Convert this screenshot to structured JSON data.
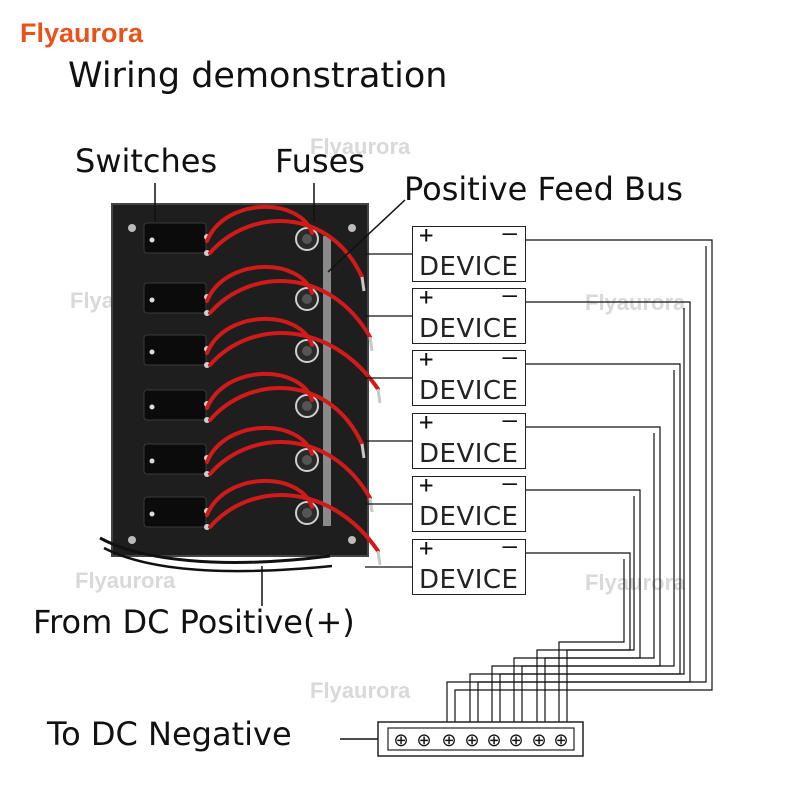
{
  "brand": "Flyaurora",
  "title": "Wiring demonstration",
  "labels": {
    "switches": "Switches",
    "fuses": "Fuses",
    "positive_feed_bus": "Positive  Feed  Bus",
    "from_dc_positive": "From DC  Positive(+)",
    "to_dc_negative": "To  DC  Negative"
  },
  "watermark": "Flyaurora",
  "devices": [
    {
      "name": "DEVICE",
      "plus": "+",
      "minus": "–"
    },
    {
      "name": "DEVICE",
      "plus": "+",
      "minus": "–"
    },
    {
      "name": "DEVICE",
      "plus": "+",
      "minus": "–"
    },
    {
      "name": "DEVICE",
      "plus": "+",
      "minus": "–"
    },
    {
      "name": "DEVICE",
      "plus": "+",
      "minus": "–"
    },
    {
      "name": "DEVICE",
      "plus": "+",
      "minus": "–"
    }
  ],
  "bus_bar": {
    "terminal_symbol": "⊕",
    "terminal_count": 8
  },
  "colors": {
    "brand": "#e8531c",
    "wire_red": "#d11a1a",
    "panel": "#1e1e1e",
    "watermark": "#d9d9d9"
  }
}
